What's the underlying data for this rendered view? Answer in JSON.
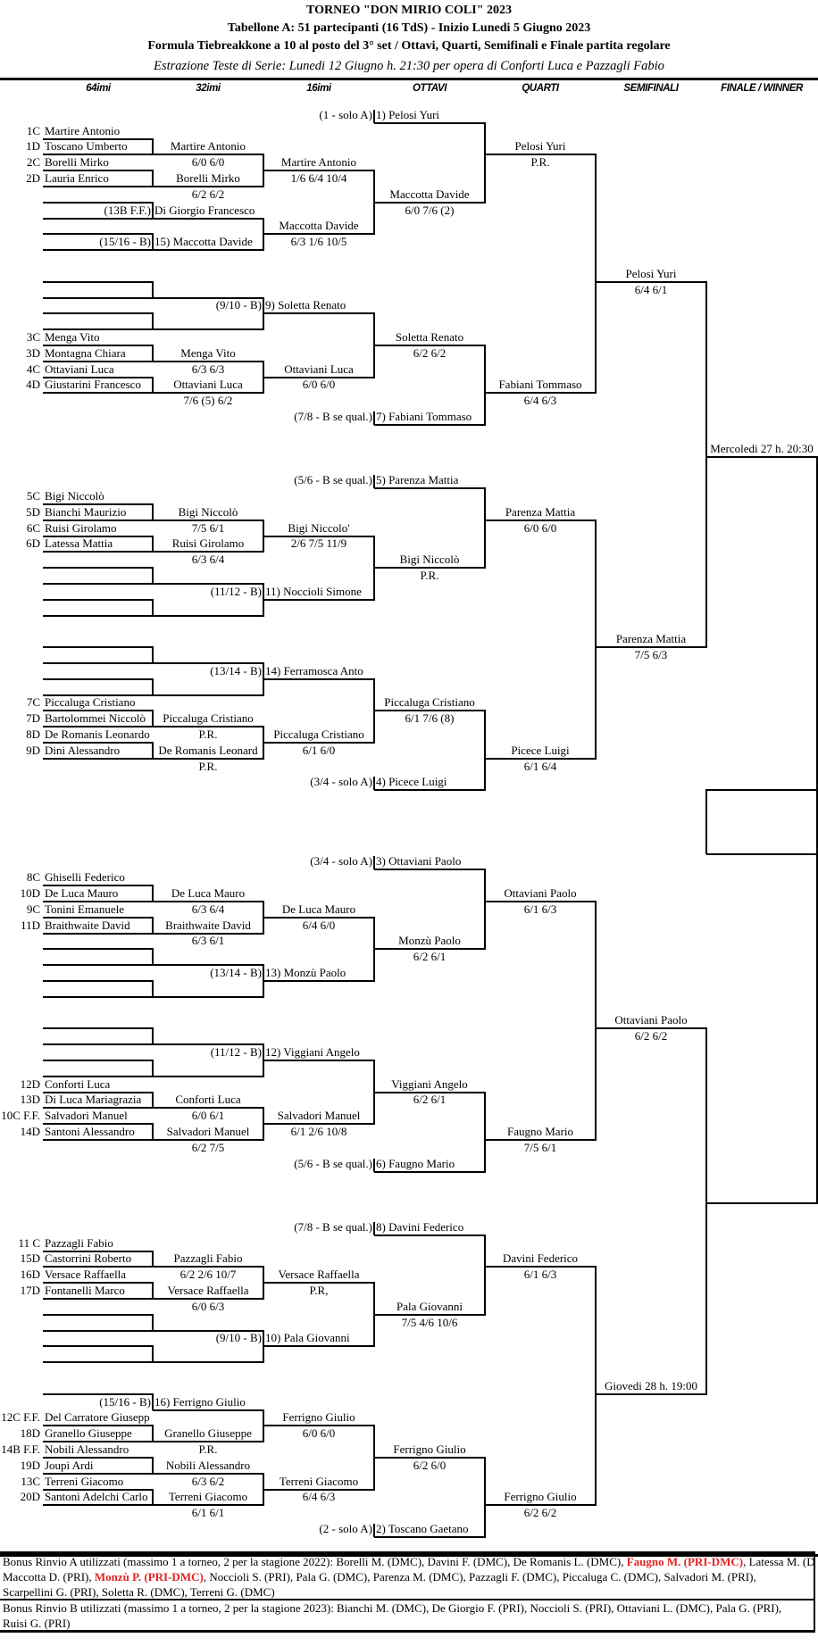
{
  "header": {
    "title": "TORNEO \"DON MIRIO COLI\" 2023",
    "subtitle": "Tabellone A: 51 partecipanti (16 TdS) - Inizio Lunedi 5 Giugno 2023",
    "formula": "Formula Tiebreakkone a 10 al posto del 3° set / Ottavi, Quarti, Semifinali e Finale partita regolare",
    "draw_note": "Estrazione Teste di Serie: Lunedi 12 Giugno h. 21:30 per opera di Conforti Luca e Pazzagli Fabio"
  },
  "columns": [
    "64imi",
    "32imi",
    "16imi",
    "OTTAVI",
    "QUARTI",
    "SEMIFINALI",
    "FINALE / WINNER"
  ],
  "bracket": {
    "r64": [
      {
        "code": "1C",
        "name": "Martire Antonio"
      },
      {
        "code": "1D",
        "name": "Toscano Umberto"
      },
      {
        "code": "2C",
        "name": "Borelli Mirko"
      },
      {
        "code": "2D",
        "name": "Lauria Enrico"
      },
      {
        "code": "3C",
        "name": "Menga Vito"
      },
      {
        "code": "3D",
        "name": "Montagna Chiara"
      },
      {
        "code": "4C",
        "name": "Ottaviani Luca"
      },
      {
        "code": "4D",
        "name": "Giustarini Francesco"
      },
      {
        "code": "5C",
        "name": "Bigi Niccolò"
      },
      {
        "code": "5D",
        "name": "Bianchi Maurizio"
      },
      {
        "code": "6C",
        "name": "Ruisi Girolamo"
      },
      {
        "code": "6D",
        "name": "Latessa Mattia"
      },
      {
        "code": "7C",
        "name": "Piccaluga Cristiano"
      },
      {
        "code": "7D",
        "name": "Bartolommei Niccolò"
      },
      {
        "code": "8D",
        "name": "De Romanis Leonardo"
      },
      {
        "code": "9D",
        "name": "Dini Alessandro"
      },
      {
        "code": "8C",
        "name": "Ghiselli Federico"
      },
      {
        "code": "10D",
        "name": "De Luca Mauro"
      },
      {
        "code": "9C",
        "name": "Tonini Emanuele"
      },
      {
        "code": "11D",
        "name": "Braithwaite David"
      },
      {
        "code": "12D",
        "name": "Conforti Luca"
      },
      {
        "code": "13D",
        "name": "Di Luca Mariagrazia"
      },
      {
        "code": "10C F.F.",
        "name": "Salvadori Manuel"
      },
      {
        "code": "14D",
        "name": "Santoni Alessandro"
      },
      {
        "code": "11 C",
        "name": "Pazzagli Fabio"
      },
      {
        "code": "15D",
        "name": "Castorrini Roberto"
      },
      {
        "code": "16D",
        "name": "Versace Raffaella"
      },
      {
        "code": "17D",
        "name": "Fontanelli Marco"
      },
      {
        "code": "12C F.F.",
        "name": "Del Carratore Giusepp"
      },
      {
        "code": "18D",
        "name": "Granello Giuseppe"
      },
      {
        "code": "14B F.F.",
        "name": "Nobili Alessandro"
      },
      {
        "code": "19D",
        "name": "Joupi Ardi"
      },
      {
        "code": "13C",
        "name": "Terreni Giacomo"
      },
      {
        "code": "20D",
        "name": "Santoni Adelchi Carlo"
      }
    ],
    "seeds": [
      {
        "note": "(1 - solo A)",
        "name": "1) Pelosi Yuri"
      },
      {
        "note": "(13B F.F.)",
        "name": "Di Giorgio Francesco"
      },
      {
        "note": "(15/16 - B)",
        "name": "15) Maccotta Davide"
      },
      {
        "note": "(9/10 - B)",
        "name": "9) Soletta Renato"
      },
      {
        "note": "(7/8 - B se qual.)",
        "name": "7) Fabiani Tommaso"
      },
      {
        "note": "(5/6 - B se qual.)",
        "name": "5) Parenza Mattia"
      },
      {
        "note": "(11/12 - B)",
        "name": "11) Noccioli Simone"
      },
      {
        "note": "(13/14 - B)",
        "name": "14) Ferramosca Anto"
      },
      {
        "note": "(3/4 - solo A)",
        "name": "4) Picece Luigi"
      },
      {
        "note": "(3/4 - solo A)",
        "name": "3) Ottaviani Paolo"
      },
      {
        "note": "(13/14 - B)",
        "name": "13) Monzù Paolo"
      },
      {
        "note": "(11/12 - B)",
        "name": "12) Viggiani Angelo"
      },
      {
        "note": "(5/6 - B se qual.)",
        "name": "6) Faugno Mario"
      },
      {
        "note": "(7/8 - B se qual.)",
        "name": "8) Davini Federico"
      },
      {
        "note": "(9/10 - B)",
        "name": "10) Pala Giovanni"
      },
      {
        "note": "(15/16 - B)",
        "name": "16) Ferrigno Giulio"
      },
      {
        "note": "(2 - solo A)",
        "name": "2) Toscano Gaetano"
      }
    ],
    "r32": [
      {
        "winner": "Martire Antonio",
        "score": "6/0  6/0"
      },
      {
        "winner": "Borelli Mirko",
        "score": "6/2  6/2"
      },
      {
        "winner": "Menga Vito",
        "score": "6/3  6/3"
      },
      {
        "winner": "Ottaviani Luca",
        "score": "7/6 (5)  6/2"
      },
      {
        "winner": "Bigi Niccolò",
        "score": "7/5  6/1"
      },
      {
        "winner": "Ruisi Girolamo",
        "score": "6/3  6/4"
      },
      {
        "winner": "Piccaluga Cristiano",
        "score": "P.R."
      },
      {
        "winner": "De Romanis Leonard",
        "score": "P.R."
      },
      {
        "winner": "De Luca Mauro",
        "score": "6/3  6/4"
      },
      {
        "winner": "Braithwaite David",
        "score": "6/3  6/1"
      },
      {
        "winner": "Conforti Luca",
        "score": "6/0  6/1"
      },
      {
        "winner": "Salvadori Manuel",
        "score": "6/2  7/5"
      },
      {
        "winner": "Pazzagli Fabio",
        "score": "6/2  2/6  10/7"
      },
      {
        "winner": "Versace Raffaella",
        "score": "6/0  6/3"
      },
      {
        "winner": "Granello Giuseppe",
        "score": "P.R."
      },
      {
        "winner": "Nobili Alessandro",
        "score": "6/3  6/2"
      },
      {
        "winner": "Terreni Giacomo",
        "score": "6/1  6/1"
      }
    ],
    "r16": [
      {
        "winner": "Martire Antonio",
        "score": "1/6  6/4  10/4"
      },
      {
        "winner": "Maccotta Davide",
        "score": "6/3  1/6  10/5"
      },
      {
        "winner": "Ottaviani Luca",
        "score": "6/0  6/0"
      },
      {
        "winner": "Bigi Niccolo'",
        "score": "2/6  7/5  11/9"
      },
      {
        "winner": "Piccaluga Cristiano",
        "score": "6/1  6/0"
      },
      {
        "winner": "De Luca Mauro",
        "score": "6/4  6/0"
      },
      {
        "winner": "Salvadori Manuel",
        "score": "6/1  2/6  10/8"
      },
      {
        "winner": "Versace Raffaella",
        "score": "P.R,"
      },
      {
        "winner": "Ferrigno Giulio",
        "score": "6/0  6/0"
      },
      {
        "winner": "Terreni Giacomo",
        "score": "6/4  6/3"
      }
    ],
    "ottavi": [
      {
        "winner": "Maccotta Davide",
        "score": "6/0  7/6 (2)"
      },
      {
        "winner": "Soletta Renato",
        "score": "6/2  6/2"
      },
      {
        "winner": "Bigi Niccolò",
        "score": "P.R."
      },
      {
        "winner": "Piccaluga Cristiano",
        "score": "6/1  7/6 (8)"
      },
      {
        "winner": "Monzù Paolo",
        "score": "6/2  6/1"
      },
      {
        "winner": "Viggiani Angelo",
        "score": "6/2  6/1"
      },
      {
        "winner": "Pala Giovanni",
        "score": "7/5  4/6  10/6"
      },
      {
        "winner": "Ferrigno Giulio",
        "score": "6/2  6/0"
      }
    ],
    "quarti": [
      {
        "winner": "Pelosi Yuri",
        "score": "P.R."
      },
      {
        "winner": "Fabiani Tommaso",
        "score": "6/4  6/3"
      },
      {
        "winner": "Parenza Mattia",
        "score": "6/0  6/0"
      },
      {
        "winner": "Picece Luigi",
        "score": "6/1  6/4"
      },
      {
        "winner": "Ottaviani Paolo",
        "score": "6/1  6/3"
      },
      {
        "winner": "Faugno Mario",
        "score": "7/5  6/1"
      },
      {
        "winner": "Davini Federico",
        "score": "6/1  6/3"
      },
      {
        "winner": "Ferrigno Giulio",
        "score": "6/2  6/2"
      }
    ],
    "semi": [
      {
        "winner": "Pelosi Yuri",
        "score": "6/4  6/1"
      },
      {
        "winner": "Parenza Mattia",
        "score": "7/5  6/3"
      },
      {
        "winner": "Ottaviani Paolo",
        "score": "6/2  6/2"
      },
      {
        "winner": "Giovedi 28 h. 19:00"
      }
    ],
    "final": {
      "schedule": "Mercoledi 27 h. 20:30"
    }
  },
  "footer": {
    "bonus_a": {
      "line1_a": "Bonus Rinvio A utilizzati (massimo 1 a torneo, 2 per la stagione 2022): Borelli M. (DMC), Davini F. (DMC), De Romanis L. (DMC), ",
      "line1_red": "Faugno M. (PRI-DMC)",
      "line1_b": ", Latessa M. (DMC)",
      "line2_a": "Maccotta D. (PRI), ",
      "line2_red": "Monzù P. (PRI-DMC)",
      "line2_b": ", Noccioli S. (PRI), Pala G. (DMC), Parenza M. (DMC), Pazzagli F. (DMC), Piccaluga C. (DMC), Salvadori M. (PRI),",
      "line3": "Scarpellini G. (PRI), Soletta R. (DMC), Terreni G. (DMC)"
    },
    "bonus_b": {
      "line1": "Bonus Rinvio B utilizzati (massimo 1 a torneo, 2 per la stagione 2023): Bianchi M. (DMC), De Giorgio F. (PRI), Noccioli S. (PRI), Ottaviani L. (DMC),  Pala G. (PRI),",
      "line2": "Ruisi G. (PRI)"
    },
    "highlight_color": "#e32222"
  }
}
